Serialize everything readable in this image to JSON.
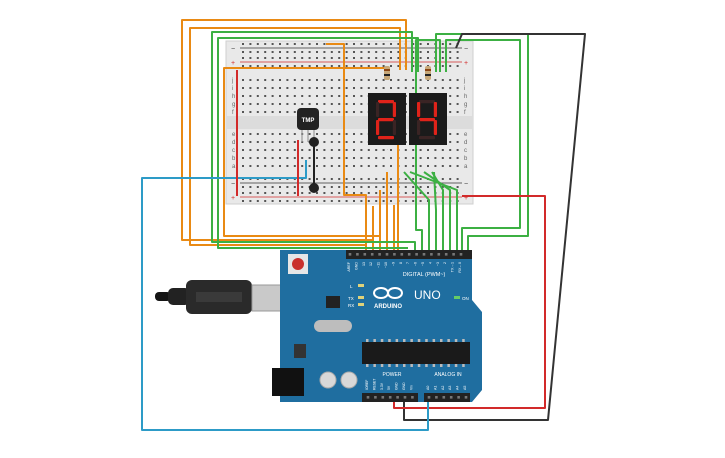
{
  "colors": {
    "orange": "#e98a14",
    "green": "#3cb043",
    "black": "#333333",
    "blue": "#2d9bc7",
    "red": "#d22a2a",
    "board": "#1f6ea0",
    "board_dark": "#17567d",
    "segment_on": "#e0231a",
    "segment_off": "#3a2424",
    "breadboard": "#e9e9e9"
  },
  "breadboard": {
    "plus_label": "+",
    "minus_label": "−",
    "row_letters_top": [
      "j",
      "i",
      "h",
      "g",
      "f"
    ],
    "row_letters_bottom": [
      "e",
      "d",
      "c",
      "b",
      "a"
    ]
  },
  "sensor": {
    "label": "TMP"
  },
  "display": {
    "digits": [
      "2",
      "4"
    ]
  },
  "arduino": {
    "logo": "ARDUINO",
    "model": "UNO",
    "digital_label": "DIGITAL (PWM~)",
    "power_label": "POWER",
    "analog_label": "ANALOG IN",
    "on_label": "ON",
    "tx_label": "TX",
    "rx_label": "RX",
    "l_label": "L",
    "top_pins": [
      "AREF",
      "GND",
      "13",
      "12",
      "~11",
      "~10",
      "~9",
      "8",
      "7",
      "~6",
      "~5",
      "4",
      "~3",
      "2",
      "TX→1",
      "RX←0"
    ],
    "power_pins": [
      "IOREF",
      "RESET",
      "3.3V",
      "5V",
      "GND",
      "GND",
      "Vin"
    ],
    "analog_pins": [
      "A0",
      "A1",
      "A2",
      "A3",
      "A4",
      "A5"
    ]
  }
}
